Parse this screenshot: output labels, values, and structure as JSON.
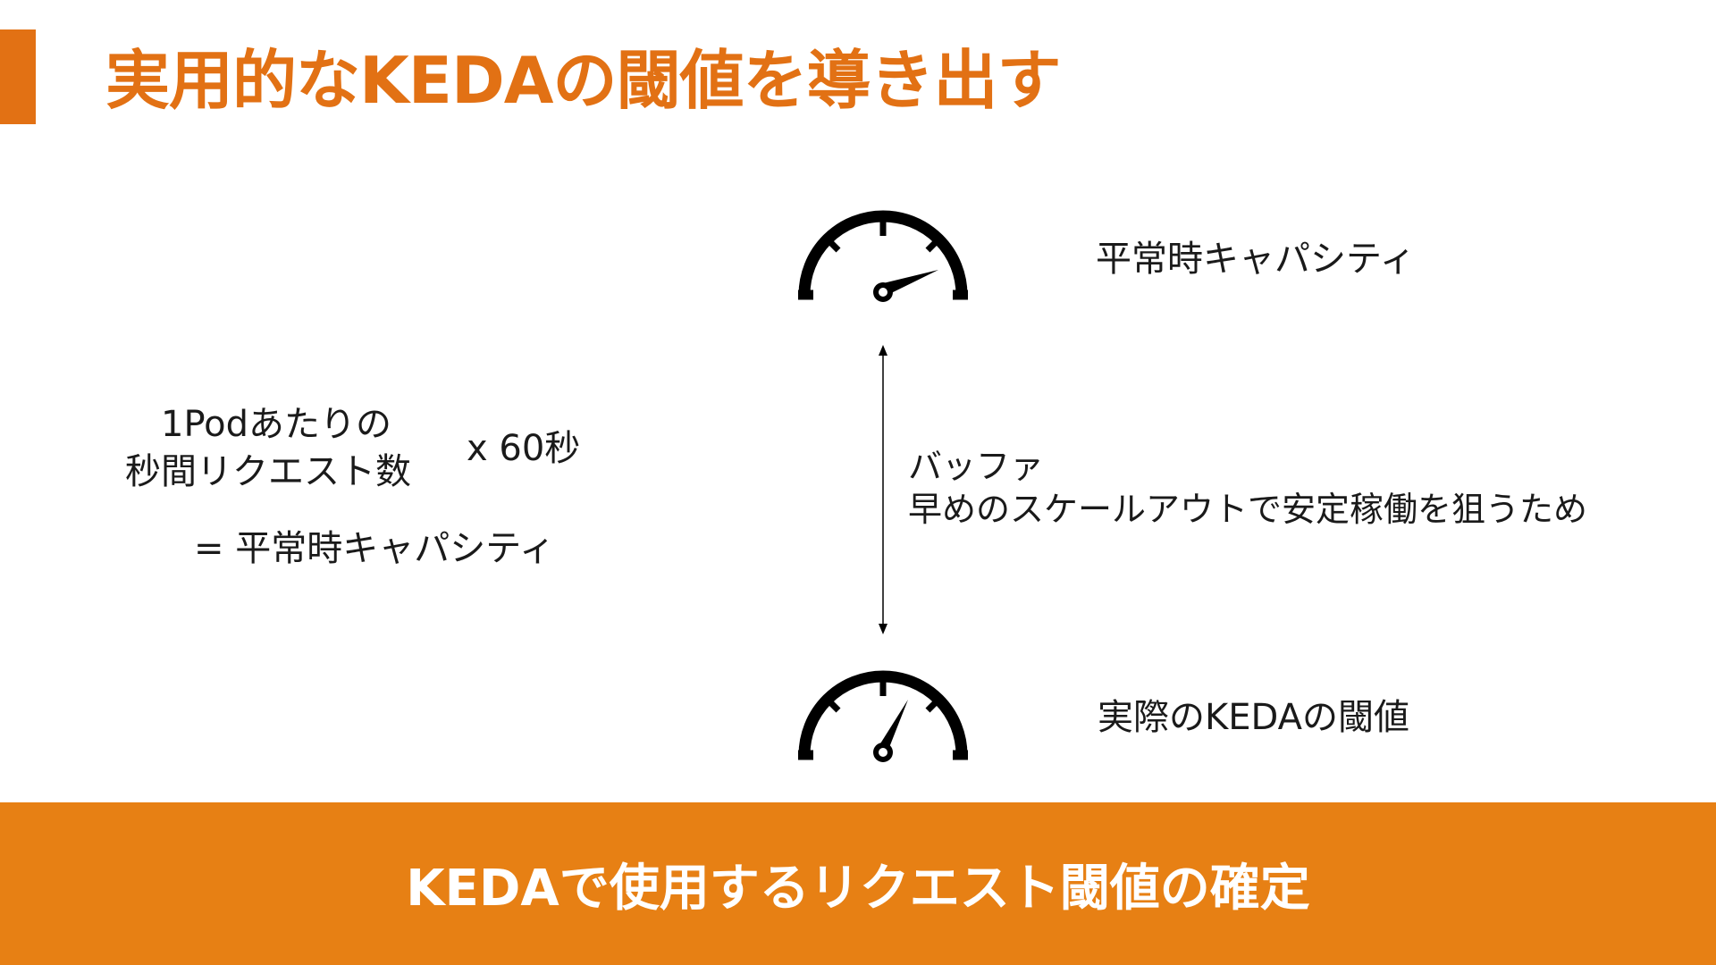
{
  "slide": {
    "title": "実用的なKEDAの閾値を導き出す",
    "accent_color": "#E27114",
    "banner_color": "#E78014"
  },
  "formula": {
    "line1": "1Podあたりの",
    "line2": "秒間リクエスト数",
    "multiplier": "x 60秒",
    "result": "= 平常時キャパシティ"
  },
  "gauges": {
    "top": {
      "icon": "speedometer-icon",
      "label": "平常時キャパシティ"
    },
    "bottom": {
      "icon": "speedometer-icon",
      "label": "実際のKEDAの閾値"
    }
  },
  "buffer": {
    "title": "バッファ",
    "description": "早めのスケールアウトで安定稼働を狙うため"
  },
  "conclusion": "KEDAで使用するリクエスト閾値の確定"
}
